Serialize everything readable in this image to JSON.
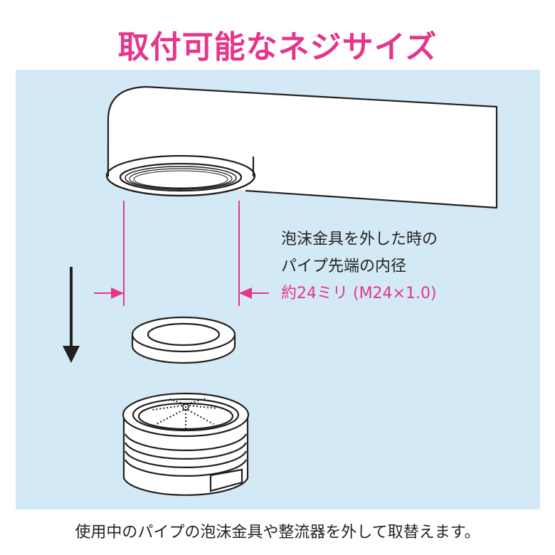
{
  "title": "取付可能なネジサイズ",
  "annotation": {
    "line1": "泡沫金具を外した時の",
    "line2": "パイプ先端の内径",
    "line3": "約24ミリ (M24×1.0)"
  },
  "caption": "使用中のパイプの泡沫金具や整流器を外して取替えます。",
  "colors": {
    "accent": "#e6358b",
    "panel": "#d3eaf6",
    "line": "#231f20"
  },
  "icons": [
    "down-arrow-icon",
    "dimension-arrow-icon"
  ]
}
